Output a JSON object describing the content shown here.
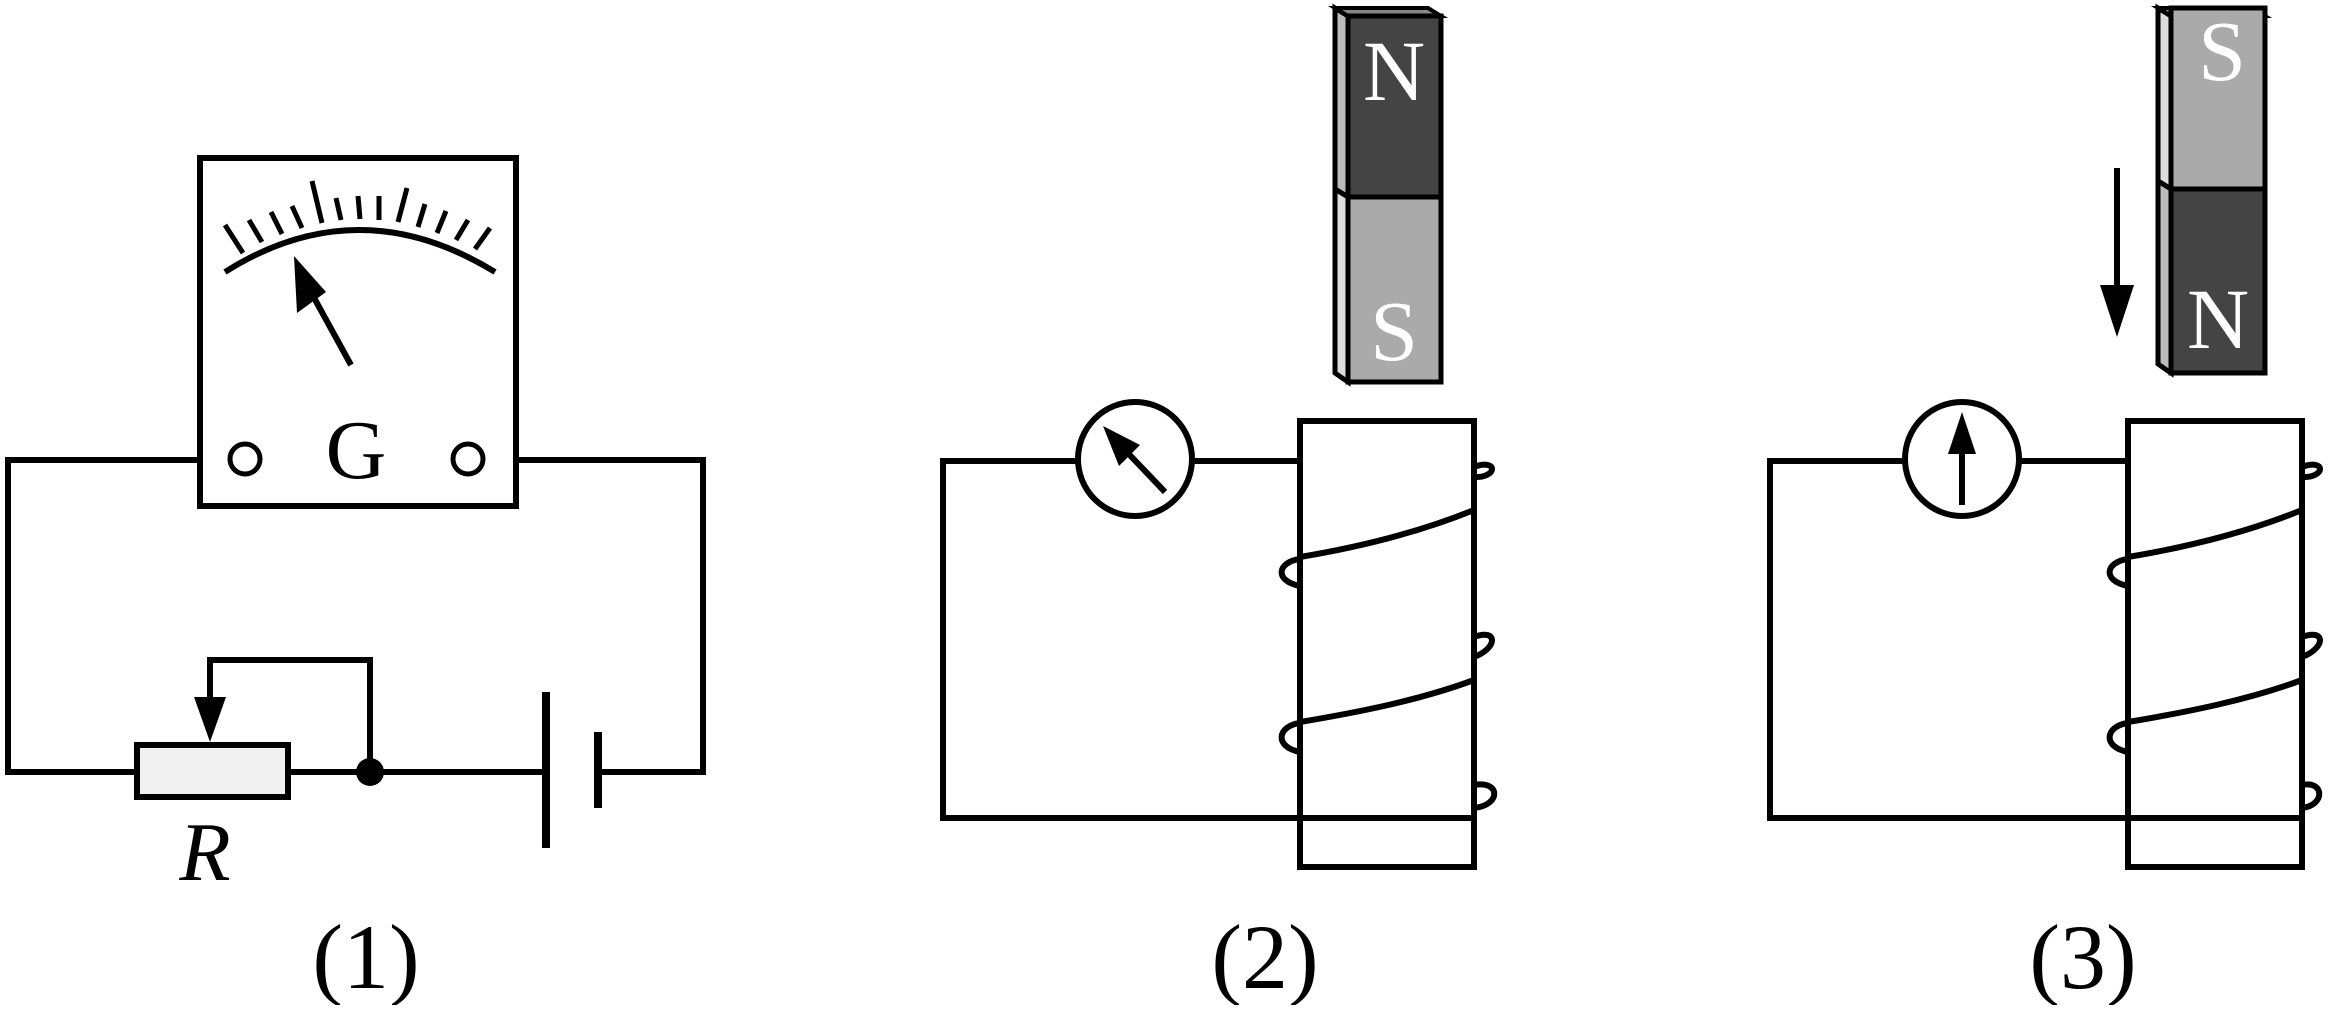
{
  "figure_1": {
    "caption": "(1)",
    "meter_label": "G",
    "resistor_label": "R"
  },
  "figure_2": {
    "caption": "(2)",
    "magnet_top_pole": "N",
    "magnet_bottom_pole": "S"
  },
  "figure_3": {
    "caption": "(3)",
    "magnet_top_pole": "S",
    "magnet_bottom_pole": "N",
    "motion": "down"
  },
  "colors": {
    "line": "#000000",
    "north_pole": "#444444",
    "south_pole": "#aaaaaa",
    "resistor_fill": "#f0f0f0"
  }
}
